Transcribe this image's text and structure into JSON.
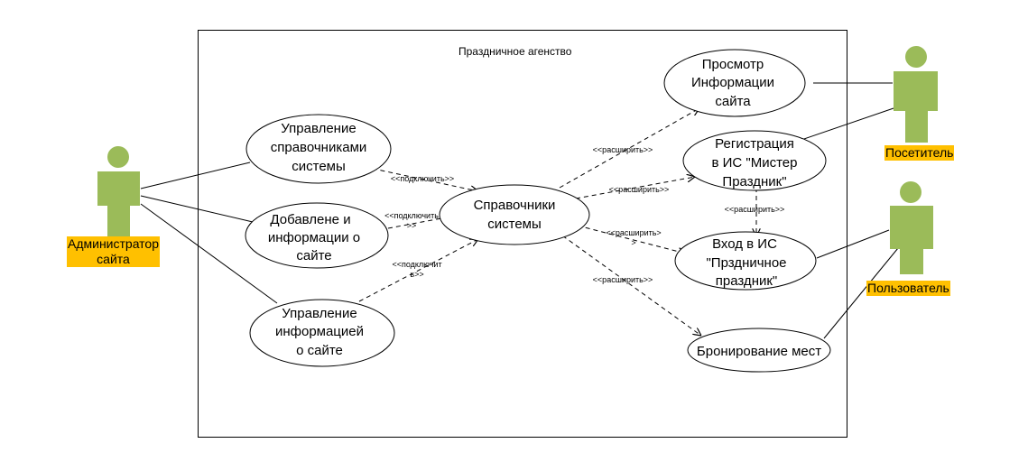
{
  "system": {
    "title": "Праздничное агенство"
  },
  "actors": {
    "admin": [
      "Администратор",
      "сайта"
    ],
    "visitor": [
      "Посетитель"
    ],
    "user": [
      "Пользователь"
    ]
  },
  "use_cases": {
    "manage_refs": [
      "Управление",
      "справочниками",
      "системы"
    ],
    "add_info": [
      "Добавлене и",
      "информации о",
      "сайте"
    ],
    "manage_info": [
      "Управление",
      "информацией",
      "о сайте"
    ],
    "refs": [
      "Справочники",
      "системы"
    ],
    "view_info": [
      "Просмотр",
      "Информации",
      "сайта"
    ],
    "registration": [
      "Регистрация",
      "в ИС \"Мистер",
      "Праздник\""
    ],
    "login": [
      "Вход в ИС",
      "\"Прздничное",
      "праздник\""
    ],
    "booking": [
      "Бронирование мест"
    ]
  },
  "relations": {
    "include1": [
      "<<подключить>>"
    ],
    "include2": [
      "<<подключить",
      ">>"
    ],
    "include3": [
      "<<подключит",
      "ь>>"
    ],
    "extend_view": [
      "<<расширить>>"
    ],
    "extend_reg": [
      "<<расширить>>"
    ],
    "extend_login": [
      "<<расширить>",
      ">"
    ],
    "extend_booking": [
      "<<расширить>>"
    ],
    "extend_reg_login": [
      "<<расширить>>"
    ]
  },
  "colors": {
    "actor": "#9bbb59",
    "label_bg": "#ffc000",
    "line": "#000000"
  }
}
